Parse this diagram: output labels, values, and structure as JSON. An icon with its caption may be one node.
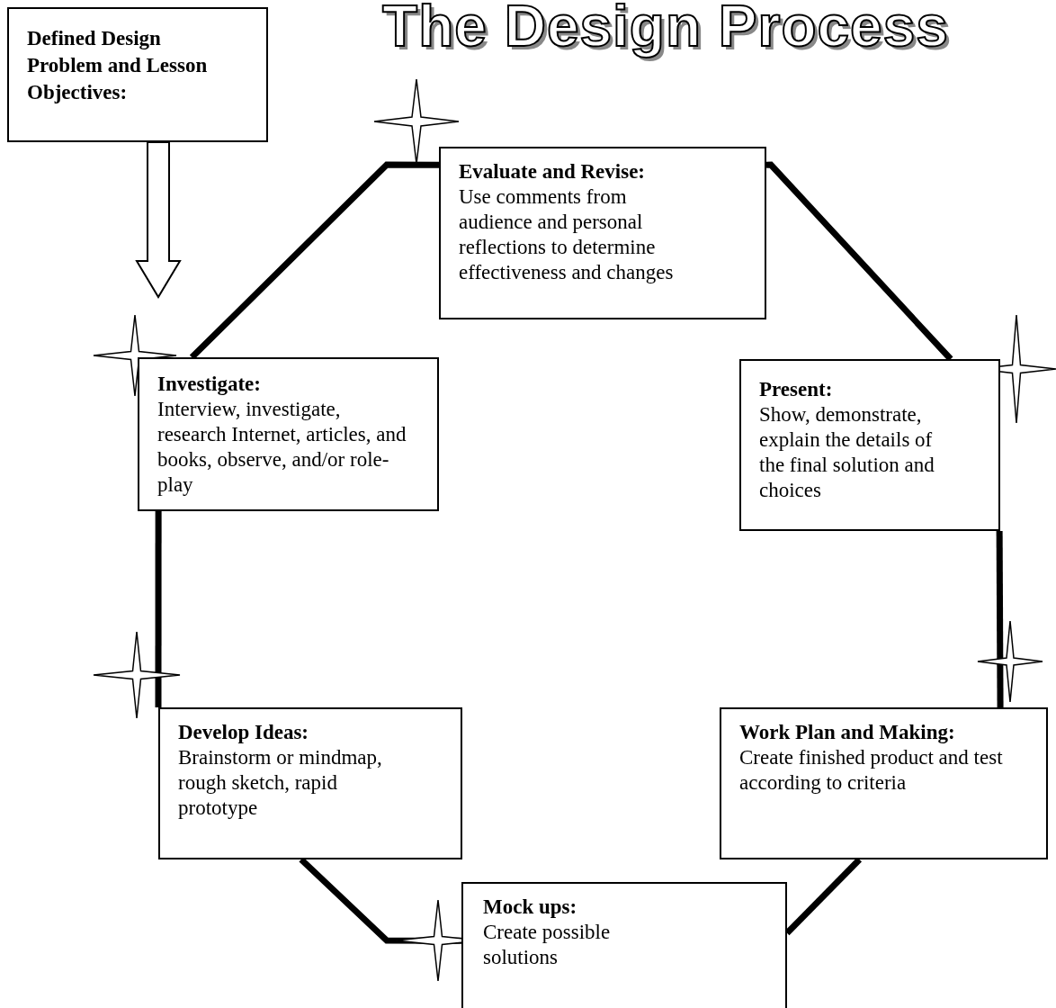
{
  "diagram": {
    "title": "The Design Process",
    "nodes": [
      {
        "text": [
          "Defined Design Problem and Lesson Objectives:"
        ]
      },
      {
        "text": [
          "Evaluate and Revise:",
          "Use comments from audience and personal reflections to determine effectiveness and changes"
        ]
      },
      {
        "text": [
          "Investigate:",
          "Interview, investigate, research Internet, articles, and books, observe, and/or role-play"
        ]
      },
      {
        "text": [
          "Present:",
          "Show, demonstrate, explain the details of the final solution and choices"
        ]
      },
      {
        "text": [
          "Develop Ideas:",
          "Brainstorm or mindmap, rough sketch, rapid prototype"
        ]
      },
      {
        "text": [
          "Work Plan and Making:",
          "Create finished product and test according to criteria"
        ]
      },
      {
        "text": [
          "Mock ups:",
          "Create possible solutions"
        ]
      }
    ],
    "edges": [
      {
        "from": 0,
        "to": null,
        "arrow": "to"
      },
      {
        "from": 2,
        "to": 1,
        "arrow": "none"
      },
      {
        "from": 1,
        "to": 3,
        "arrow": "none"
      },
      {
        "from": 3,
        "to": 5,
        "arrow": "none"
      },
      {
        "from": 5,
        "to": 6,
        "arrow": "none"
      },
      {
        "from": 6,
        "to": 4,
        "arrow": "none"
      },
      {
        "from": 4,
        "to": 2,
        "arrow": "none"
      }
    ]
  }
}
